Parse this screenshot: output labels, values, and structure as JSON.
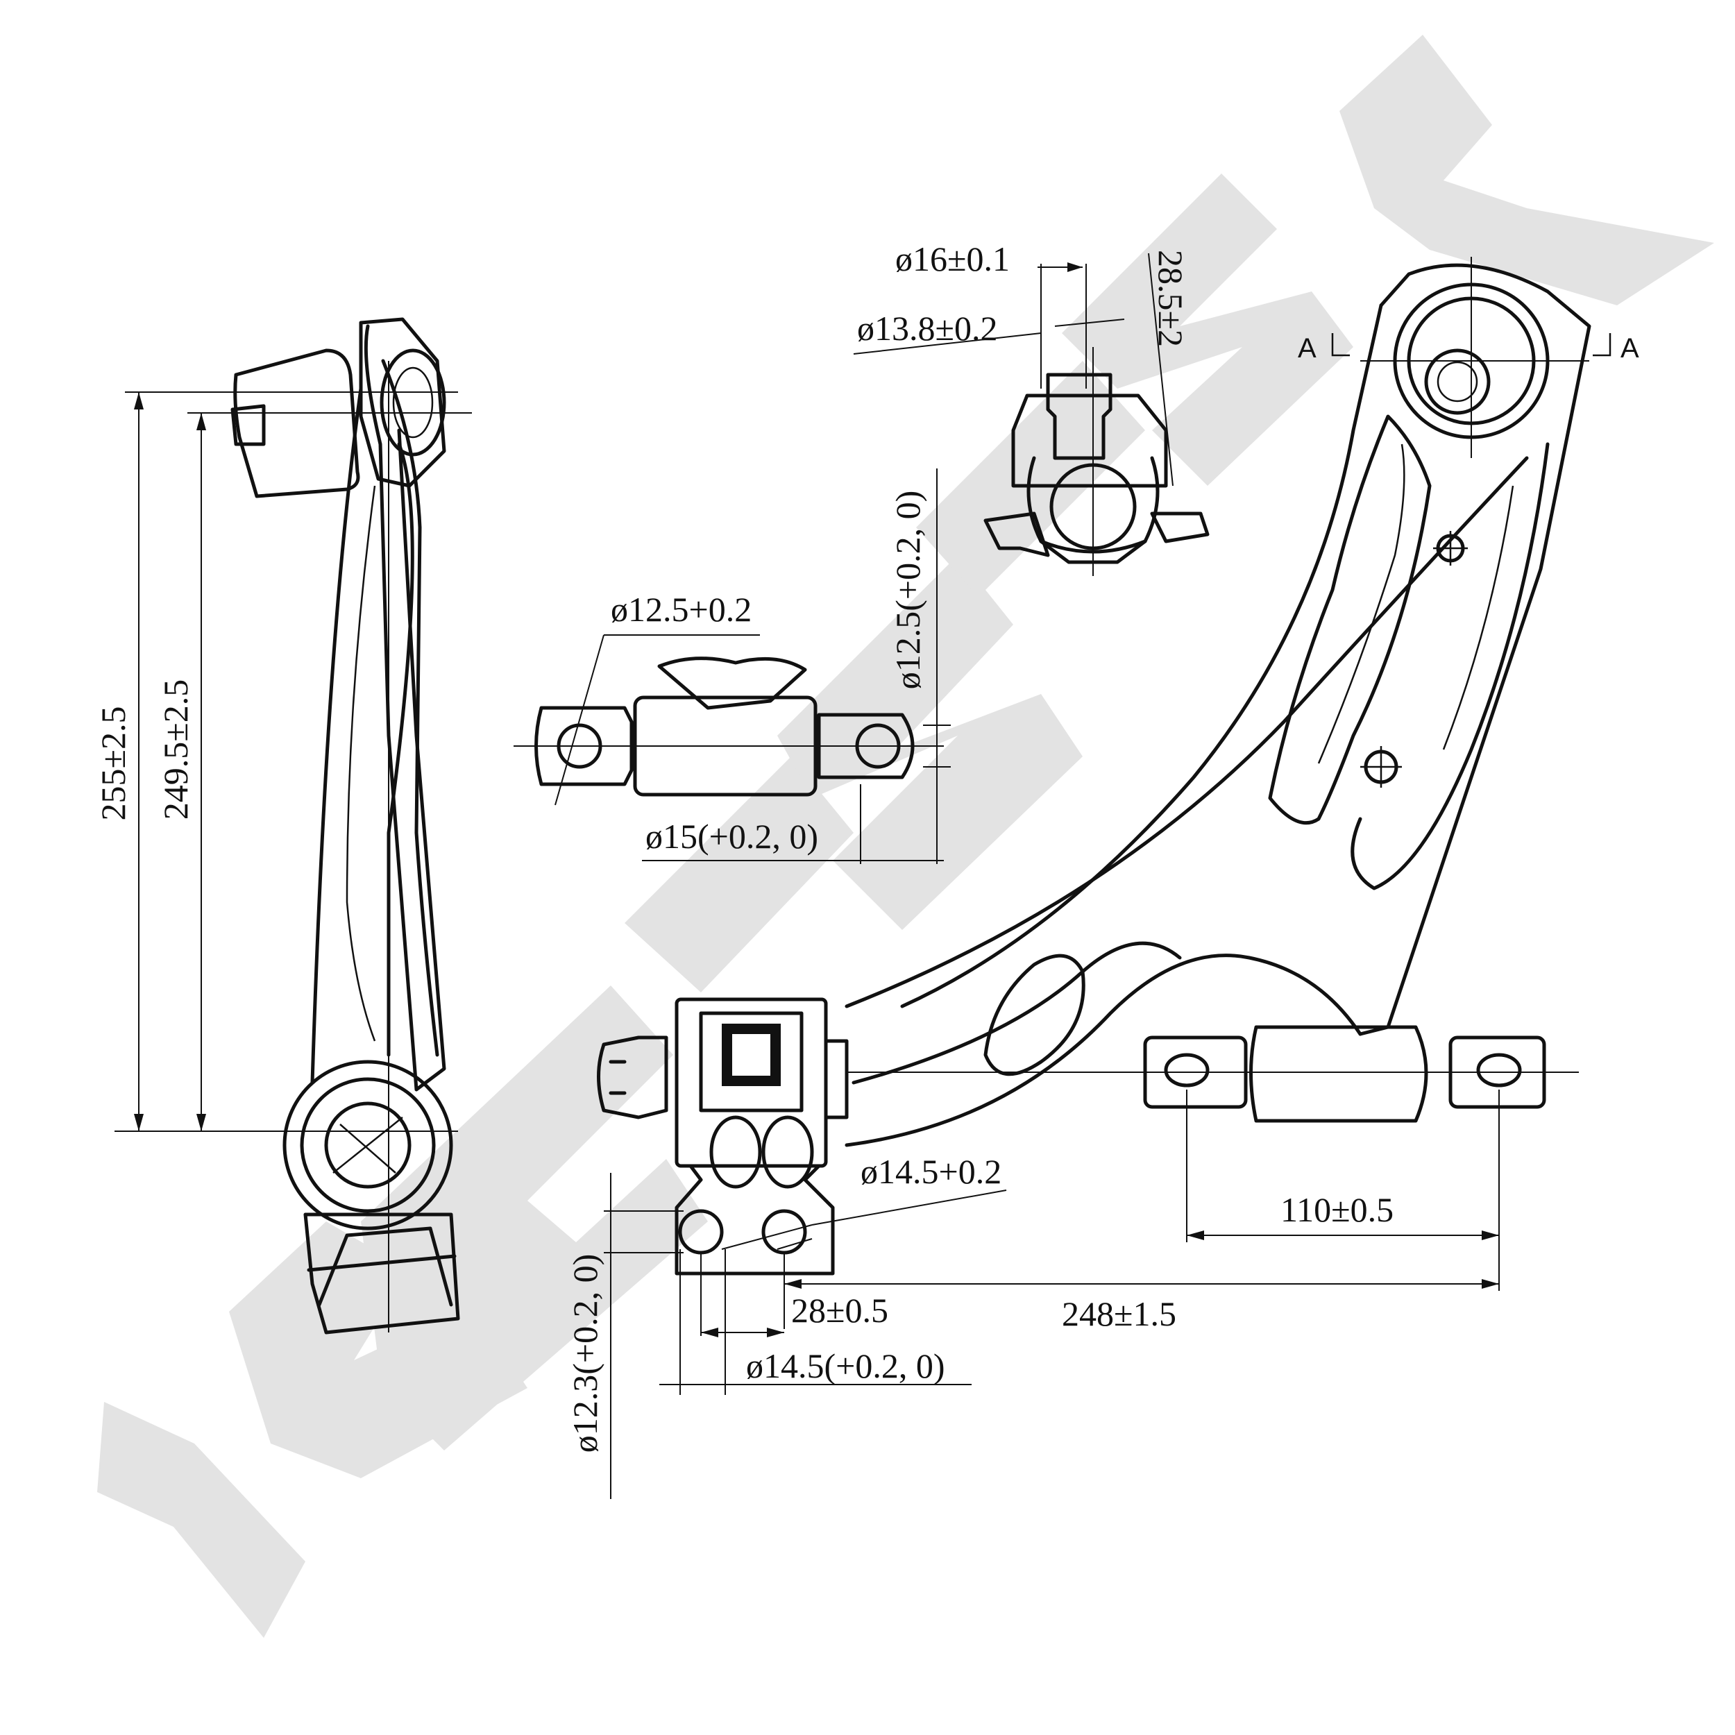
{
  "watermark": {
    "brand": "ZENTEK"
  },
  "section_marks": {
    "left": "A",
    "right": "A"
  },
  "dimensions": {
    "overall_height": "255±2.5",
    "pivot_height": "249.5±2.5",
    "ball_stud_diameter": "ø16±0.1",
    "ball_stud_taper_diameter": "ø13.8±0.2",
    "ball_stud_length": "28.5±2",
    "front_bush_hole": "ø12.5+0.2",
    "front_bush_side_hole": "ø12.5(+0.2, 0)",
    "front_bush_outer": "ø15(+0.2, 0)",
    "bracket_hole": "ø14.5+0.2",
    "bracket_hole_spacing": "28±0.5",
    "bracket_hole_tolerance": "ø14.5(+0.2, 0)",
    "bracket_vertical_hole": "ø12.3(+0.2, 0)",
    "rear_bush_span": "110±0.5",
    "overall_span": "248±1.5"
  }
}
